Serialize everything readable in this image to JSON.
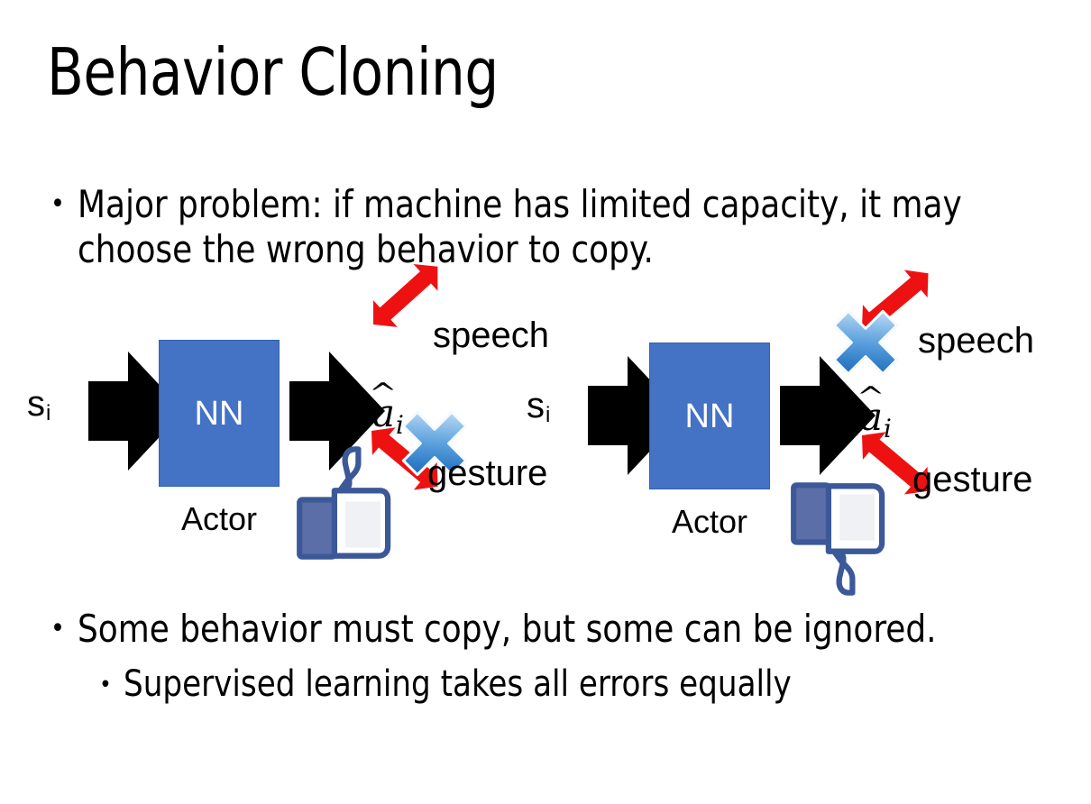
{
  "slide": {
    "title": "Behavior Cloning",
    "background_color": "#FFFFFF"
  },
  "bullets": [
    {
      "level": 1,
      "marker": "•",
      "text": "Major problem: if machine has limited capacity, it may choose the wrong behavior to copy."
    },
    {
      "level": 1,
      "marker": "•",
      "text": "Some behavior must copy, but some can be ignored."
    },
    {
      "level": 2,
      "marker": "•",
      "text": "Supervised learning takes all errors equally"
    }
  ],
  "diagrams": [
    {
      "id": "left",
      "state_label": "s",
      "state_subscript": "i",
      "box_label": "NN",
      "box_caption": "Actor",
      "box_color": "#4472C4",
      "box_border_color": "#3461AD",
      "box_text_color": "#FFFFFF",
      "action_label": "a",
      "action_subscript": "i",
      "outcomes": [
        {
          "label": "speech",
          "crossed_out": false,
          "arrow_color": "#EE1111"
        },
        {
          "label": "gesture",
          "crossed_out": true,
          "arrow_color": "#EE1111"
        }
      ],
      "verdict_icon": "thumbs-up-icon",
      "verdict": "good",
      "icon_outline_color": "#3B5998",
      "icon_cuff_color": "#5B6EA8"
    },
    {
      "id": "right",
      "state_label": "s",
      "state_subscript": "i",
      "box_label": "NN",
      "box_caption": "Actor",
      "box_color": "#4472C4",
      "box_border_color": "#3461AD",
      "box_text_color": "#FFFFFF",
      "action_label": "a",
      "action_subscript": "i",
      "outcomes": [
        {
          "label": "speech",
          "crossed_out": true,
          "arrow_color": "#EE1111"
        },
        {
          "label": "gesture",
          "crossed_out": false,
          "arrow_color": "#EE1111"
        }
      ],
      "verdict_icon": "thumbs-down-icon",
      "verdict": "bad",
      "icon_outline_color": "#3B5998",
      "icon_cuff_color": "#5B6EA8"
    }
  ],
  "icons": {
    "flow_arrow": "black-block-arrow-icon",
    "cross": "blue-x-cross-icon",
    "double_arrow": "red-double-headed-arrow-icon"
  }
}
